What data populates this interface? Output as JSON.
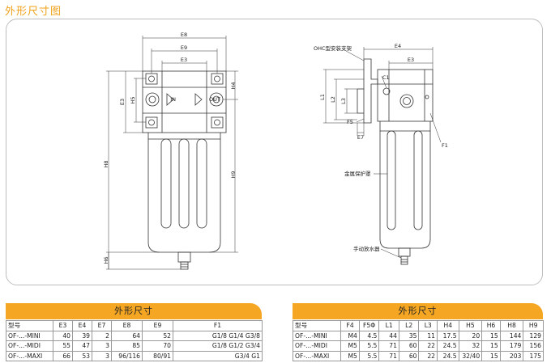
{
  "page_title": "外形尺寸图",
  "drawing": {
    "left_view": {
      "dims": {
        "e8": "E8",
        "e9": "E9",
        "e3": "E3",
        "e3_side": "E3",
        "h5": "H5",
        "h4": "H4",
        "h8": "H8",
        "h9": "H9",
        "h6": "H6"
      },
      "port_in": "IN",
      "port_out": "OUT"
    },
    "right_view": {
      "dims": {
        "e4": "E4",
        "e3": "E3",
        "l1": "L1",
        "l2": "L2",
        "l3": "L3",
        "c1": "C1",
        "e7": "E7",
        "f5": "F5",
        "f1": "F1"
      },
      "callouts": {
        "bracket": "OHC型安装支架",
        "guard": "金属保护罩",
        "drain": "手动放水器"
      }
    }
  },
  "table_left": {
    "title": "外形尺寸",
    "headers": [
      "型号",
      "E3",
      "E4",
      "E7",
      "E8",
      "E9",
      "F1"
    ],
    "rows": [
      [
        "OF-...-MINI",
        "40",
        "39",
        "2",
        "64",
        "52",
        "G1/8  G1/4  G3/8"
      ],
      [
        "OF-...-MIDI",
        "55",
        "47",
        "3",
        "85",
        "70",
        "G1/8  G1/2  G3/4"
      ],
      [
        "OF-...-MAXI",
        "66",
        "53",
        "3",
        "96/116",
        "80/91",
        "G3/4  G1"
      ]
    ]
  },
  "table_right": {
    "title": "外形尺寸",
    "headers": [
      "型号",
      "F4",
      "F5Φ",
      "L1",
      "L2",
      "L3",
      "H4",
      "H5",
      "H6",
      "H8",
      "H9"
    ],
    "rows": [
      [
        "OF-...-MINI",
        "M4",
        "4.5",
        "44",
        "35",
        "11",
        "17.5",
        "20",
        "15",
        "144",
        "129"
      ],
      [
        "OF-...-MIDI",
        "M5",
        "5.5",
        "71",
        "60",
        "22",
        "24.5",
        "32",
        "15",
        "179",
        "156"
      ],
      [
        "OF-...-MAXI",
        "M5",
        "5.5",
        "71",
        "60",
        "22",
        "24.5",
        "32/40",
        "15",
        "203",
        "175"
      ]
    ]
  }
}
